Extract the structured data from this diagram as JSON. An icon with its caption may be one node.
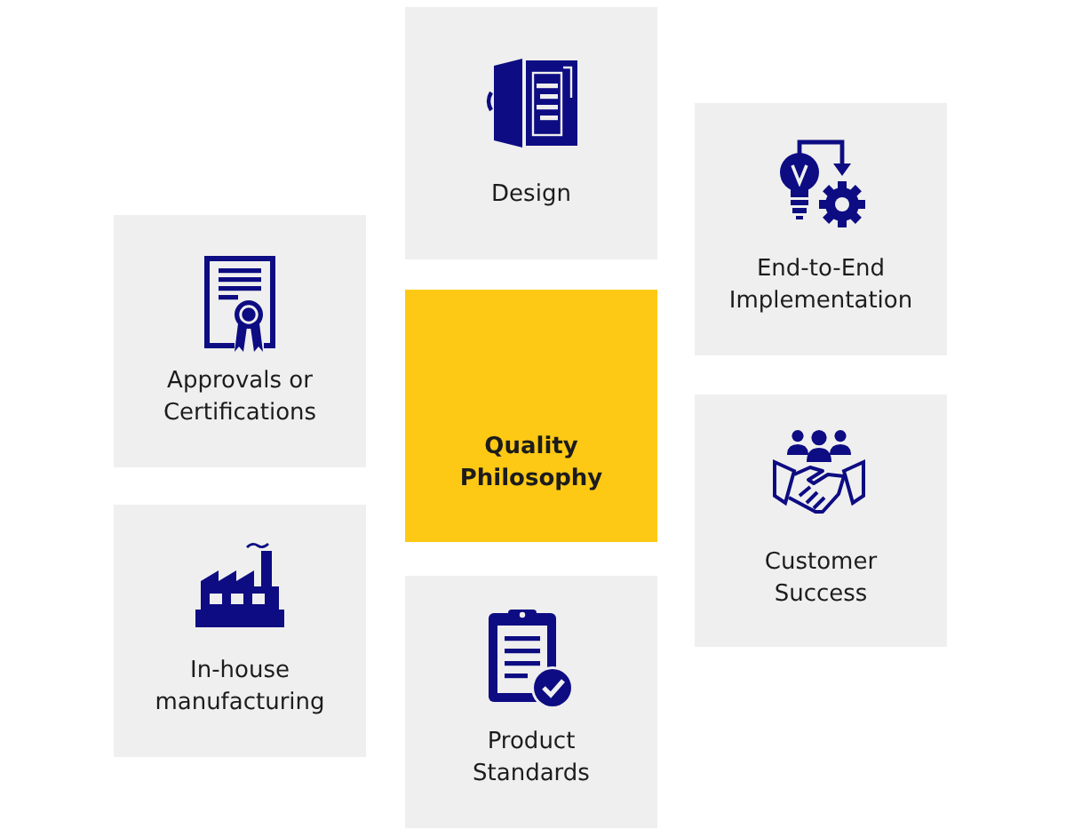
{
  "diagram": {
    "nodes": [
      {
        "text": [
          "Design"
        ]
      },
      {
        "text": [
          "End-to-End Implementation"
        ]
      },
      {
        "text": [
          "Approvals or Certifications"
        ]
      },
      {
        "text": [
          "Quality Philosophy"
        ]
      },
      {
        "text": [
          "Customer Success"
        ]
      },
      {
        "text": [
          "In-house manufacturing"
        ]
      },
      {
        "text": [
          "Product Standards"
        ]
      }
    ]
  }
}
